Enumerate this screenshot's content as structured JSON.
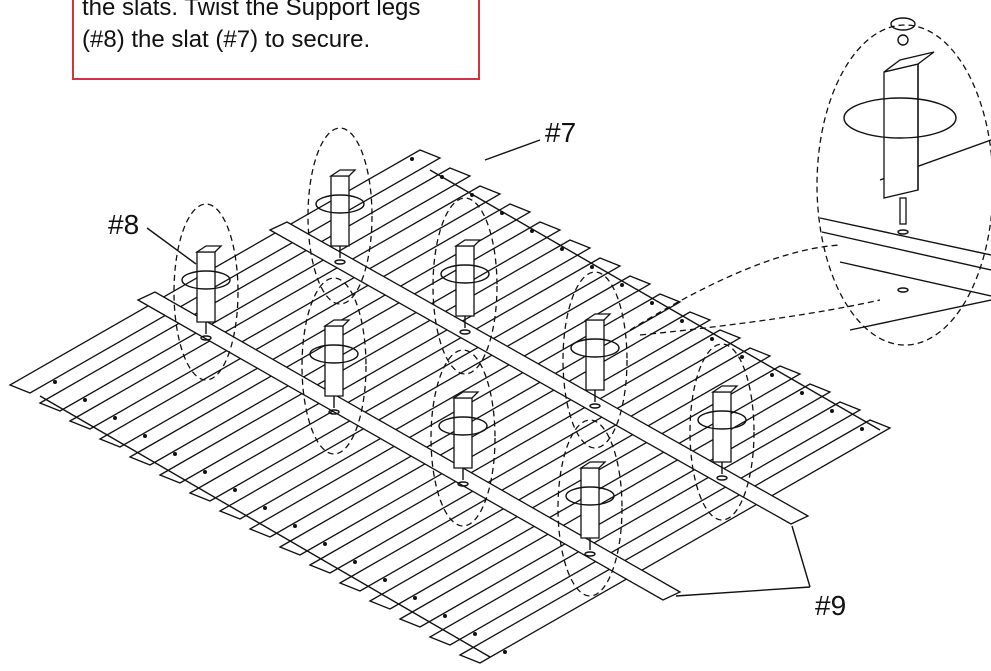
{
  "instruction": {
    "lines": [
      "the slats. Twist the Support legs",
      "(#8) the slat (#7) to secure."
    ]
  },
  "labels": {
    "slat": "#7",
    "support_leg": "#8",
    "center_rail": "#9"
  },
  "colors": {
    "box_border": "#d2343c",
    "line": "#111111"
  }
}
